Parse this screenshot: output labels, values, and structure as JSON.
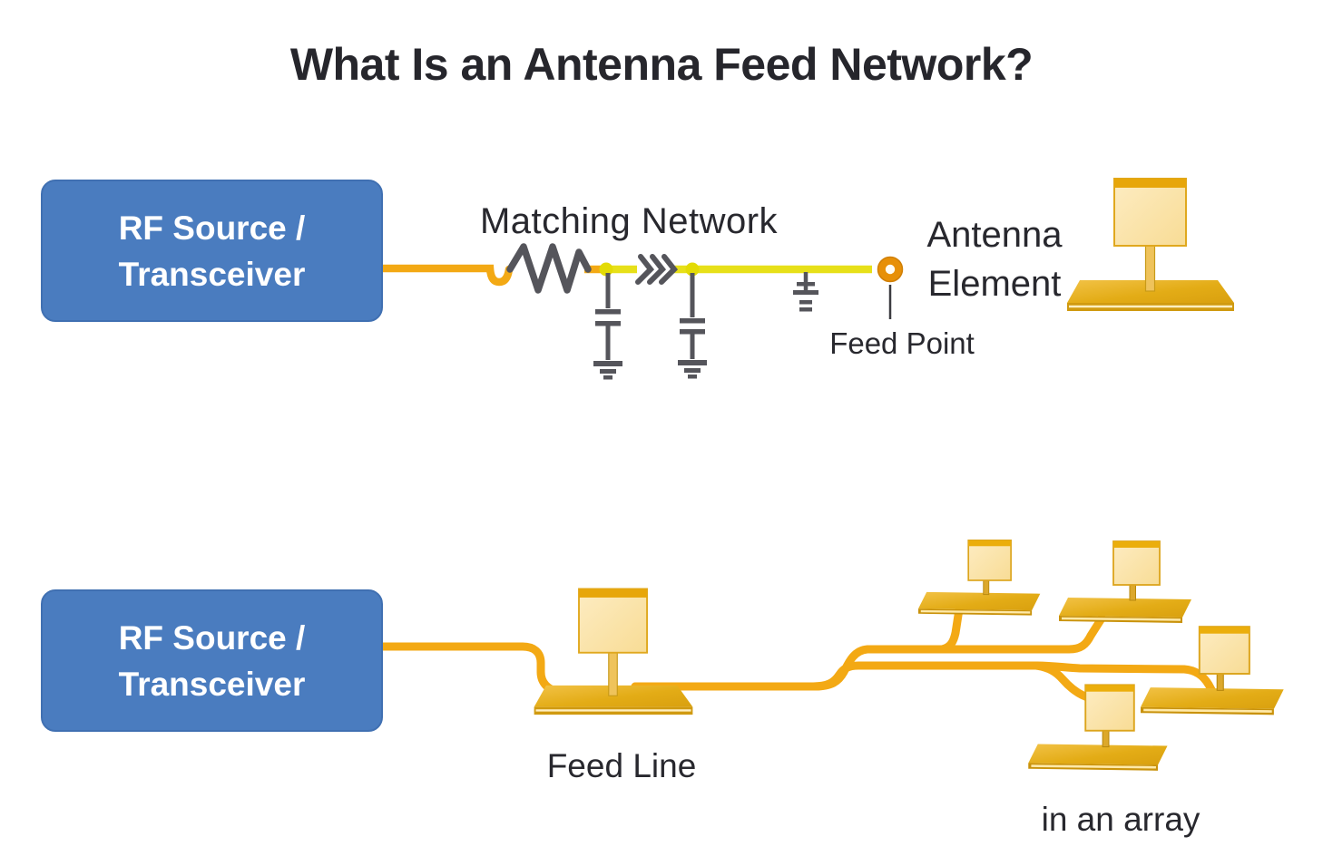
{
  "title": "What Is an Antenna Feed Network?",
  "colors": {
    "rf_box_blue": "#4A7CBF",
    "wire_orange": "#F3A914",
    "wire_yellow": "#E7E019",
    "node_yellow": "#E3DB05",
    "component_gray": "#55555B",
    "feed_point_orange": "#E79007",
    "antenna_base_gold": "#E2A914",
    "antenna_patch_cream": "#FAE2A2",
    "text_dark": "#28282E"
  },
  "top_diagram": {
    "rf_source_box": {
      "line1": "RF Source /",
      "line2": "Transceiver"
    },
    "matching_network_label": "Matching Network",
    "antenna_element_label": {
      "line1": "Antenna",
      "line2": "Element"
    },
    "feed_point_label": "Feed Point"
  },
  "bottom_diagram": {
    "rf_source_box": {
      "line1": "RF Source /",
      "line2": "Transceiver"
    },
    "feed_line_label": "Feed Line",
    "array_label": "in an array"
  }
}
